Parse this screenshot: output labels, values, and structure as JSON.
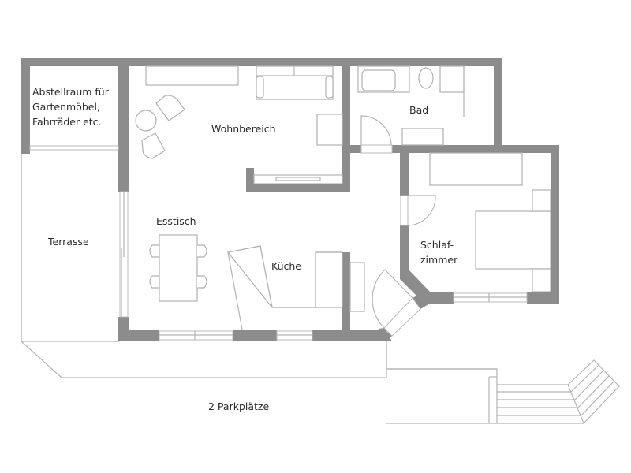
{
  "floor_plan": {
    "rooms": {
      "storage": {
        "label": "Abstellraum für\nGartenmöbel,\nFahrräder etc."
      },
      "living": {
        "label": "Wohnbereich"
      },
      "bath": {
        "label": "Bad"
      },
      "dining": {
        "label": "Esstisch"
      },
      "kitchen": {
        "label": "Küche"
      },
      "bedroom": {
        "label": "Schlaf-\nzimmer"
      },
      "terrace": {
        "label": "Terrasse"
      },
      "parking": {
        "label": "2 Parkplätze"
      }
    },
    "colors": {
      "wall": "#8c8c8c",
      "line": "#b4b4b4",
      "text": "#2a2a2a",
      "background": "#ffffff"
    }
  }
}
